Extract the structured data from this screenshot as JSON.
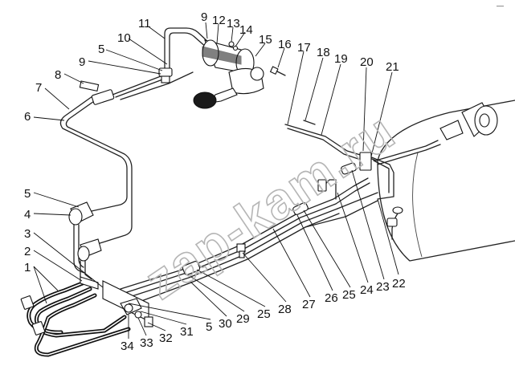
{
  "diagram": {
    "watermark": "zap-kam.ru",
    "corner_mark": "—",
    "callouts": [
      {
        "id": "c1",
        "label": "1"
      },
      {
        "id": "c2",
        "label": "2"
      },
      {
        "id": "c3",
        "label": "3"
      },
      {
        "id": "c4",
        "label": "4"
      },
      {
        "id": "c5a",
        "label": "5"
      },
      {
        "id": "c6",
        "label": "6"
      },
      {
        "id": "c7",
        "label": "7"
      },
      {
        "id": "c8",
        "label": "8"
      },
      {
        "id": "c9a",
        "label": "9"
      },
      {
        "id": "c5b",
        "label": "5"
      },
      {
        "id": "c10",
        "label": "10"
      },
      {
        "id": "c11",
        "label": "11"
      },
      {
        "id": "c9b",
        "label": "9"
      },
      {
        "id": "c12",
        "label": "12"
      },
      {
        "id": "c13",
        "label": "13"
      },
      {
        "id": "c14",
        "label": "14"
      },
      {
        "id": "c15",
        "label": "15"
      },
      {
        "id": "c16",
        "label": "16"
      },
      {
        "id": "c17",
        "label": "17"
      },
      {
        "id": "c18",
        "label": "18"
      },
      {
        "id": "c19",
        "label": "19"
      },
      {
        "id": "c20",
        "label": "20"
      },
      {
        "id": "c21",
        "label": "21"
      },
      {
        "id": "c22",
        "label": "22"
      },
      {
        "id": "c23",
        "label": "23"
      },
      {
        "id": "c24",
        "label": "24"
      },
      {
        "id": "c25a",
        "label": "25"
      },
      {
        "id": "c26",
        "label": "26"
      },
      {
        "id": "c27",
        "label": "27"
      },
      {
        "id": "c28",
        "label": "28"
      },
      {
        "id": "c25b",
        "label": "25"
      },
      {
        "id": "c29",
        "label": "29"
      },
      {
        "id": "c30",
        "label": "30"
      },
      {
        "id": "c5c",
        "label": "5"
      },
      {
        "id": "c31",
        "label": "31"
      },
      {
        "id": "c32",
        "label": "32"
      },
      {
        "id": "c33",
        "label": "33"
      },
      {
        "id": "c34",
        "label": "34"
      }
    ]
  }
}
